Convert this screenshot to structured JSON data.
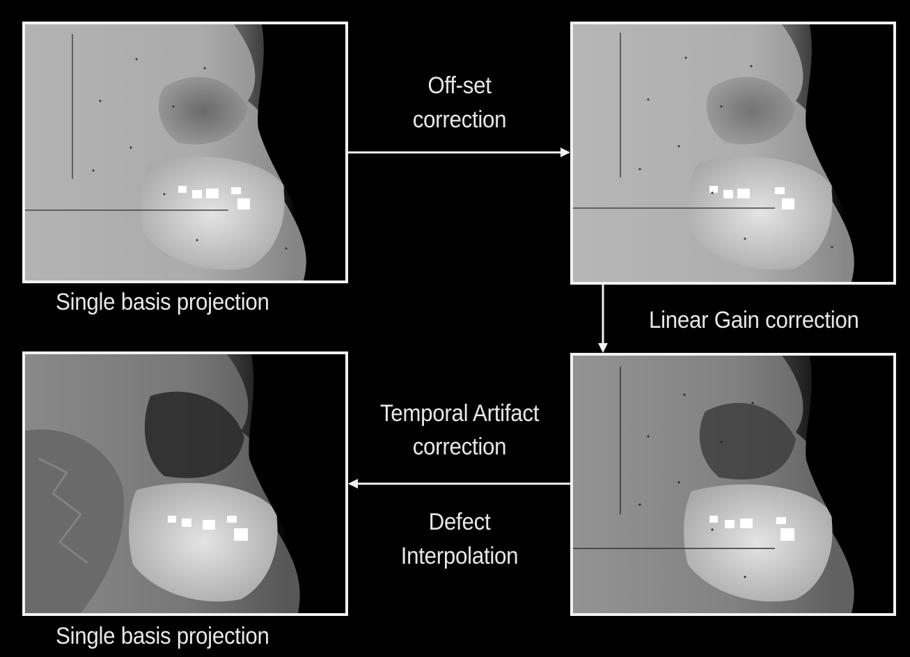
{
  "panels": {
    "top_left": {
      "caption": "Single basis projection"
    },
    "top_right": {
      "caption": ""
    },
    "bottom_right": {
      "caption": ""
    },
    "bottom_left": {
      "caption": "Single basis projection"
    }
  },
  "steps": {
    "offset": {
      "line1": "Off-set",
      "line2": "correction"
    },
    "gain": {
      "line1": "Linear Gain correction"
    },
    "temporal": {
      "line1": "Temporal Artifact",
      "line2": "correction"
    },
    "defect": {
      "line1": "Defect",
      "line2": "Interpolation"
    }
  },
  "colors": {
    "background": "#000000",
    "frame": "#f2f2f2",
    "arrow": "#f0f0f0",
    "text": "#e8e8e8"
  }
}
